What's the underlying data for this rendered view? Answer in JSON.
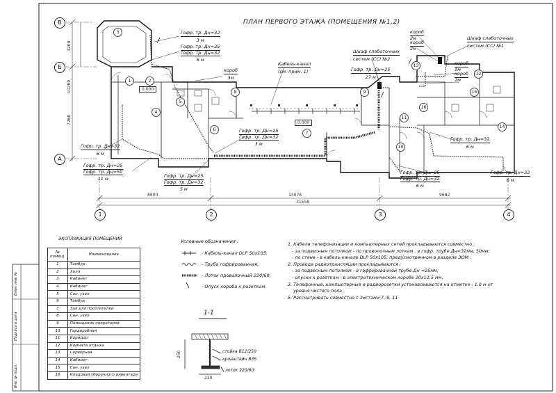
{
  "title": "ПЛАН ПЕРВОГО ЭТАЖА (ПОМЕЩЕНИЯ №1,2)",
  "axes_letters": [
    "В",
    "Б",
    "А"
  ],
  "axes_numbers": [
    "1",
    "2",
    "3",
    "4"
  ],
  "dims_vertical": [
    "3200",
    "10280",
    "7260"
  ],
  "dims_horizontal": {
    "d12": "8800",
    "d23": "13078",
    "d34": "9682",
    "total": "31558"
  },
  "levels": {
    "l1": "0.000",
    "l2": "0.000"
  },
  "callouts": {
    "c1a": "Гофр. тр. Дн=32",
    "c1b": "3 м",
    "c2a": "Гофр. тр. Дн=25",
    "c2b": "Гофр. тр. Дн=32",
    "c2c": "6 м",
    "c3a": "короб",
    "c3b": "3м",
    "c4a": "Кабель-канал",
    "c4b": "(см. прим. 1)",
    "c5a": "Шкаф слаботочных",
    "c5b": "систем (СС) №2",
    "c6a": "Гофр. тр. Дн=25",
    "c6b": "27 м",
    "c7a": "короб",
    "c7b": "2м",
    "c7c": "короб",
    "c7d": "2м",
    "c8a": "Шкаф слаботочных",
    "c8b": "систем (СС) №1",
    "c9a": "короб",
    "c9b": "1м",
    "c9c": "короб",
    "c9d": "1м",
    "c10a": "Гофр. тр. Дн=32",
    "c10b": "6 м",
    "c11a": "Гофр. тр. Дн=25",
    "c11b": "Гофр. тр. Дн=50",
    "c11c": "11 м",
    "c12a": "Гофр. тр. Дн=25",
    "c12b": "Гофр. тр. Дн=32",
    "c12c": "5 м",
    "c13a": "Гофр. тр. Дн=25",
    "c13b": "Гофр. тр. Дн=32",
    "c13c": "3 м",
    "c14a": "Гофр. тр. Дн=32",
    "c14b": "6 м",
    "c15a": "Гофр. тр. Дн=25",
    "c15b": "Гофр. тр. Дн=32",
    "c15c": "6 м",
    "c16a": "Гофр. тр. Дн=32",
    "c16b": "6 м"
  },
  "room_numbers": [
    "1",
    "2",
    "3",
    "4",
    "5",
    "6",
    "7",
    "8",
    "9",
    "10",
    "11",
    "12",
    "13",
    "14",
    "15",
    "16"
  ],
  "explication": {
    "title": "ЭКСПЛИКАЦИЯ ПОМЕЩЕНИЙ",
    "head_num": "№ помещ.",
    "head_name": "Наименование",
    "rows": [
      {
        "n": "1",
        "name": "Тамбур"
      },
      {
        "n": "2",
        "name": "Холл"
      },
      {
        "n": "3",
        "name": "Кабинет"
      },
      {
        "n": "4",
        "name": "Кабинет"
      },
      {
        "n": "5",
        "name": "Сан. узел"
      },
      {
        "n": "6",
        "name": "Тамбур"
      },
      {
        "n": "7",
        "name": "Зал для посетителей"
      },
      {
        "n": "8",
        "name": "Сан. узел"
      },
      {
        "n": "9",
        "name": "Помещение операторов"
      },
      {
        "n": "10",
        "name": "Гардеробная"
      },
      {
        "n": "11",
        "name": "Коридор"
      },
      {
        "n": "12",
        "name": "Комната отдыха"
      },
      {
        "n": "13",
        "name": "Серверная"
      },
      {
        "n": "14",
        "name": "Кабинет"
      },
      {
        "n": "15",
        "name": "Сан. узел"
      },
      {
        "n": "16",
        "name": "Кладовая уборочного инвентаря"
      }
    ]
  },
  "legend": {
    "title": "Условные обозначения :",
    "items": [
      "- Кабель-канал DLP 50х105.",
      "- Труба гофрированная.",
      "- Лоток проволочный 220/60.",
      "- Опуск короба к розеткам."
    ]
  },
  "notes": [
    "1. Кабели телефонизации и компьютерных сетей прокладываются совместно :",
    "- за подвесным потолком - по проволочным лоткам , в гофр. трубе Дн=32мм, 50мм;",
    "- по стене - в кабель-канале DLP 50х105, предусмотренном в разделе ЭОМ .",
    "2. Провода радиотрансляции прокладываются :",
    "- за подвесным потолком - в гофрированной трубе Дн =25мм;",
    "- опуски к розеткам - в электротехническом коробе 20х12.5 мм.",
    "3. Телефонные, компьютерные и радиорозетки устанавливаются на отметке : 1.0 м от",
    "уровня чистого пола .",
    "5. Рассматривать совместно с листами 7, 9, 11"
  ],
  "section": {
    "title": "1-1",
    "labels": [
      "стойка В12/250",
      "кронштейн В35",
      "лоток 220/60"
    ],
    "dim_w": "220",
    "dim_h": "250"
  },
  "stamp": [
    "Взам. инв. №",
    "Подпись и дата",
    "Инв. № подл."
  ]
}
